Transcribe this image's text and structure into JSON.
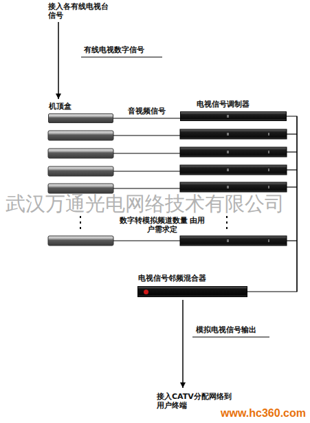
{
  "diagram": {
    "nodes": [
      {
        "text": [
          "机顶盒"
        ]
      },
      {
        "text": [
          "电视信号调制器"
        ]
      },
      {
        "text": [
          "电视信号邻频混合器"
        ]
      }
    ],
    "edges": [
      {
        "from": 0,
        "to": 1,
        "arrow": "none",
        "label": "音视频信号"
      },
      {
        "from": 1,
        "to": 2,
        "arrow": "none"
      }
    ],
    "labels": [
      "接入各有线电视台信号",
      "有线电视数字信号",
      "数字转模拟频道数量 由用户需求定",
      "模拟电视信号输出",
      "接入CATV分配网络到用户终端",
      "武汉万通光电网络技术有限公司",
      "www.hc360.com"
    ]
  }
}
